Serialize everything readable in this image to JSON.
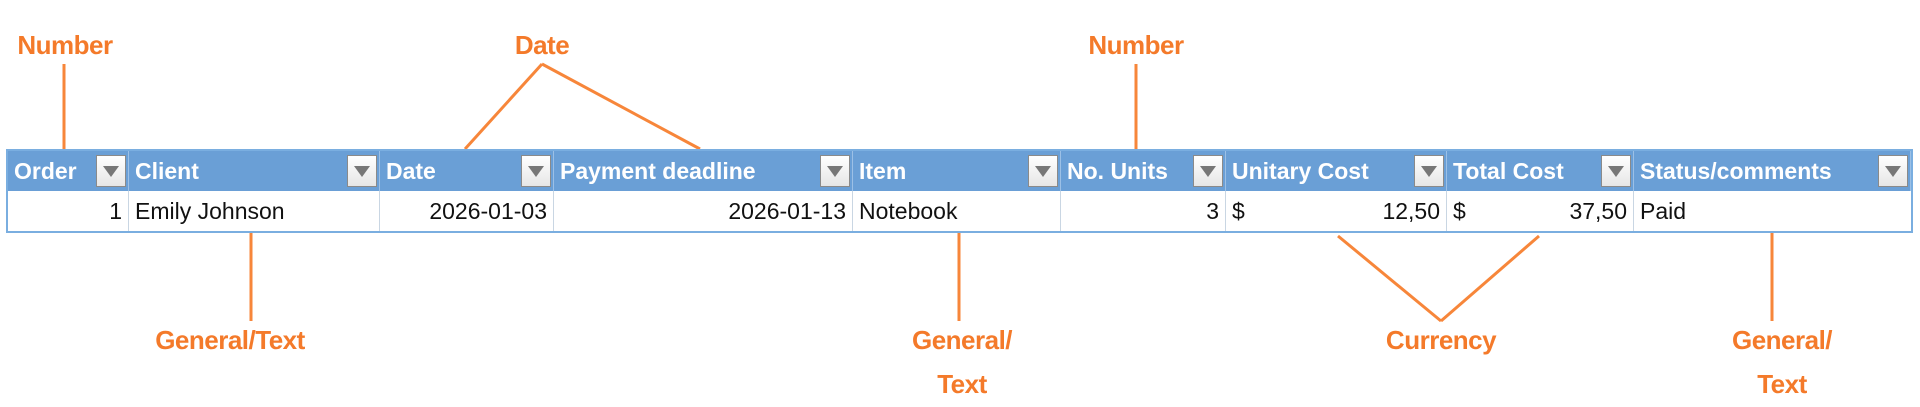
{
  "annotations": {
    "order": "Number",
    "dates": "Date",
    "units": "Number",
    "client": "General/Text",
    "item_1": "General/",
    "item_2": "Text",
    "currency": "Currency",
    "status_1": "General/",
    "status_2": "Text"
  },
  "columns": [
    "Order",
    "Client",
    "Date",
    "Payment deadline",
    "Item",
    "No. Units",
    "Unitary Cost",
    "Total Cost",
    "Status/comments"
  ],
  "row": {
    "order": "1",
    "client": "Emily Johnson",
    "date": "2026-01-03",
    "deadline": "2026-01-13",
    "item": "Notebook",
    "units": "3",
    "unit_cost_symbol": "$",
    "unit_cost": "12,50",
    "total_cost_symbol": "$",
    "total_cost": "37,50",
    "status": "Paid"
  },
  "colors": {
    "accent": "#f47a2a",
    "header": "#6a9fd6"
  }
}
